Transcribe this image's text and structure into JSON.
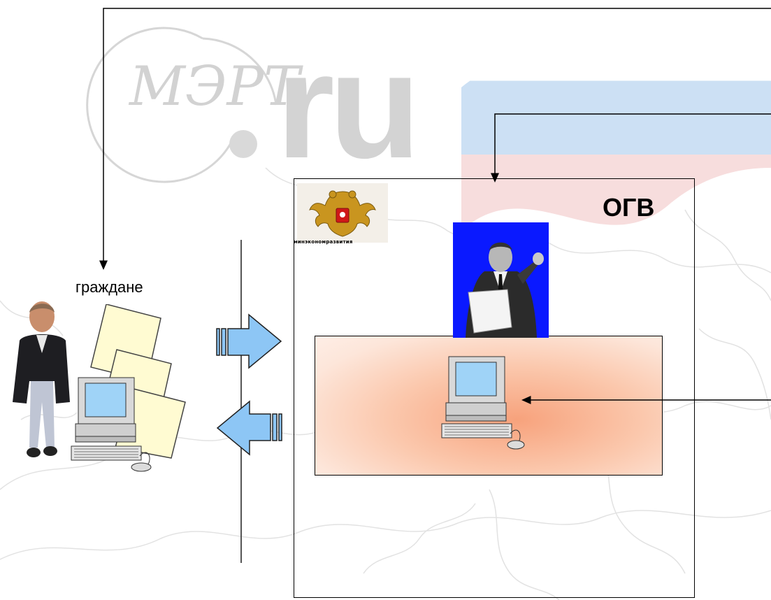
{
  "labels": {
    "citizens": "граждане",
    "authority": "ОГВ",
    "ministry_emblem_text": "МИНЭКОНОМРАЗВИТИЯ"
  },
  "watermark": {
    "logo_letters": "МЭРТ",
    "domain_text": "ru"
  },
  "colors": {
    "arrow_fill": "#8dc6f5",
    "workspace_center": "#f7a27c",
    "workspace_edge": "#feeee6",
    "official_background": "#0a19ff",
    "flag_blue": "#c6ddf3",
    "flag_red": "#f6d9d9",
    "watermark_gray": "#d3d3d3"
  },
  "icons": [
    "citizen-person-icon",
    "documents-icon",
    "computer-icon",
    "official-person-icon",
    "russian-coat-of-arms-icon",
    "arrow-right-icon",
    "arrow-left-icon"
  ]
}
